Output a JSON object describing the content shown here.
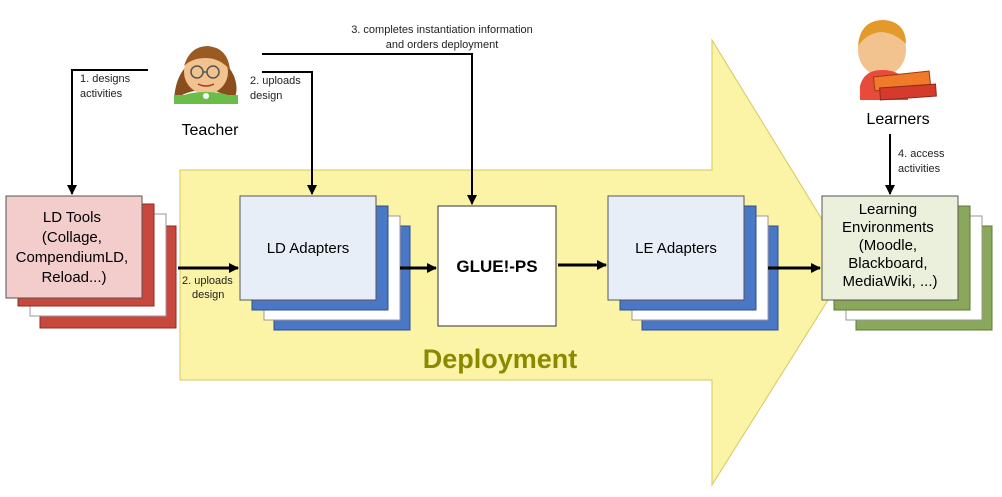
{
  "actors": {
    "teacher": {
      "label": "Teacher",
      "icon": "teacher-icon"
    },
    "learners": {
      "label": "Learners",
      "icon": "learners-icon"
    }
  },
  "steps": {
    "designs": [
      "1. designs",
      "activities"
    ],
    "uploads_top": [
      "2. uploads",
      "design"
    ],
    "uploads_left": [
      "2. uploads",
      "design"
    ],
    "completes": [
      "3. completes instantiation information",
      "and orders deployment"
    ],
    "access": [
      "4. access",
      "activities"
    ]
  },
  "boxes": {
    "ld_tools": [
      "LD Tools",
      "(Collage,",
      "CompendiumLD,",
      "Reload...)"
    ],
    "ld_adapters": "LD Adapters",
    "glue_ps": "GLUE!-PS",
    "le_adapters": "LE Adapters",
    "learning_env": [
      "Learning",
      "Environments",
      "(Moodle,",
      "Blackboard,",
      "MediaWiki, ...)"
    ]
  },
  "deployment_label": "Deployment",
  "colors": {
    "arrow_fill": "#fbf3a6",
    "deployment_text": "#8a8a00",
    "ld_tools_fill": "#f3cccc",
    "ld_tools_stack": "#c9483d",
    "adapter_fill": "#e8eef7",
    "adapter_stack": "#4a77c6",
    "env_fill": "#eaf0dc",
    "env_stack": "#89a85a"
  }
}
